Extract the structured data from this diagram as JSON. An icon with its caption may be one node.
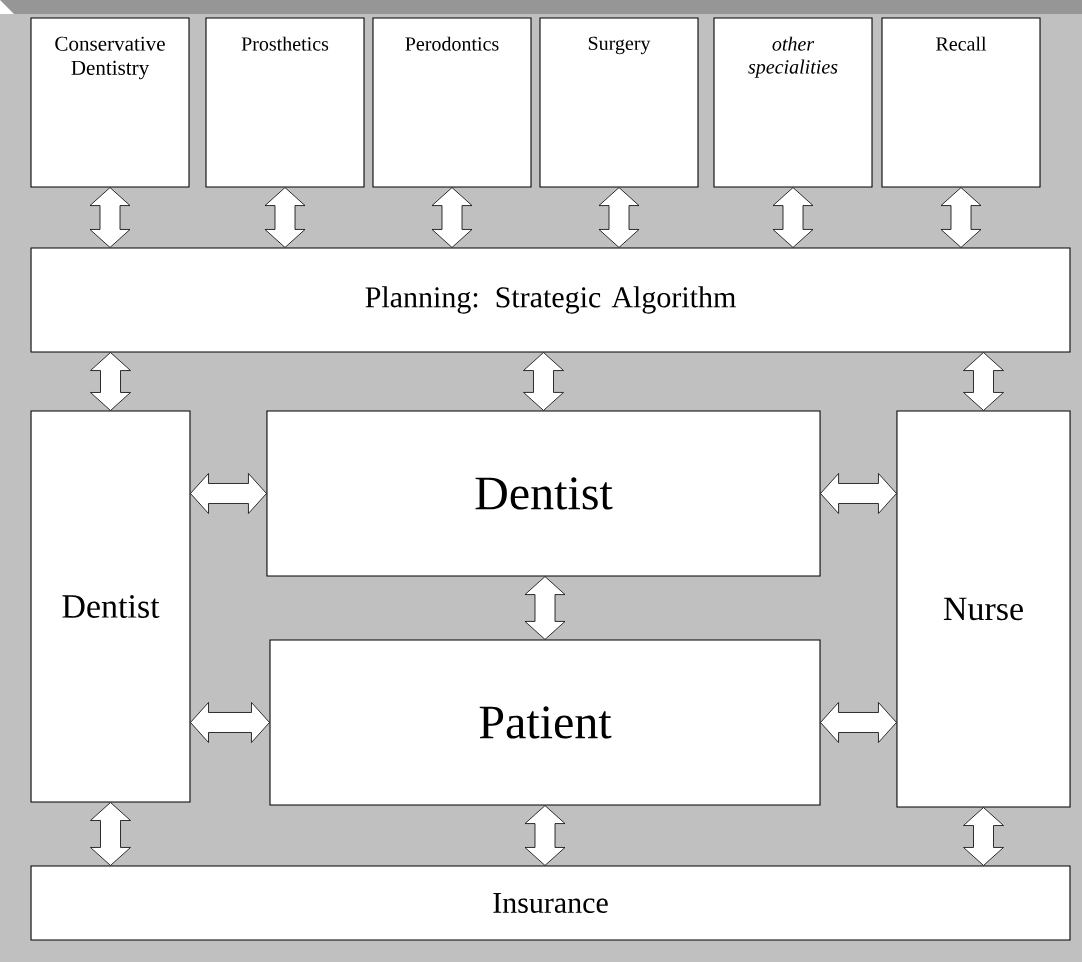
{
  "diagram": {
    "nodes": [
      {
        "text": [
          "Conservative Dentistry"
        ]
      },
      {
        "text": [
          "Prosthetics"
        ]
      },
      {
        "text": [
          "Perodontics"
        ]
      },
      {
        "text": [
          "Surgery"
        ]
      },
      {
        "text": [
          "other specialities"
        ]
      },
      {
        "text": [
          "Recall"
        ]
      },
      {
        "text": [
          "Planning: Strategic Algorithm"
        ]
      },
      {
        "text": [
          "Dentist"
        ]
      },
      {
        "text": [
          "Dentist"
        ]
      },
      {
        "text": [
          "Patient"
        ]
      },
      {
        "text": [
          "Nurse"
        ]
      },
      {
        "text": [
          "Insurance"
        ]
      }
    ],
    "edges": [
      {
        "from": 0,
        "to": 6,
        "arrow": "both"
      },
      {
        "from": 1,
        "to": 6,
        "arrow": "both"
      },
      {
        "from": 2,
        "to": 6,
        "arrow": "both"
      },
      {
        "from": 3,
        "to": 6,
        "arrow": "both"
      },
      {
        "from": 4,
        "to": 6,
        "arrow": "both"
      },
      {
        "from": 5,
        "to": 6,
        "arrow": "both"
      },
      {
        "from": 6,
        "to": 7,
        "arrow": "both"
      },
      {
        "from": 6,
        "to": 8,
        "arrow": "both"
      },
      {
        "from": 6,
        "to": 10,
        "arrow": "both"
      },
      {
        "from": 7,
        "to": 8,
        "arrow": "both"
      },
      {
        "from": 8,
        "to": 10,
        "arrow": "both"
      },
      {
        "from": 8,
        "to": 9,
        "arrow": "both"
      },
      {
        "from": 7,
        "to": 9,
        "arrow": "both"
      },
      {
        "from": 9,
        "to": 10,
        "arrow": "both"
      },
      {
        "from": 7,
        "to": 11,
        "arrow": "both"
      },
      {
        "from": 9,
        "to": 11,
        "arrow": "both"
      },
      {
        "from": 10,
        "to": 11,
        "arrow": "both"
      }
    ]
  }
}
